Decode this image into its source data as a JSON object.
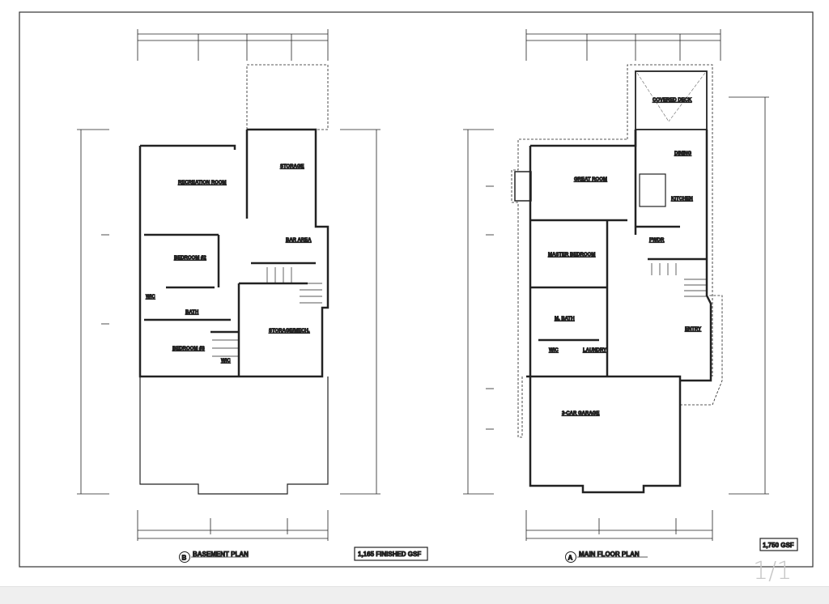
{
  "basement": {
    "title": "BASEMENT PLAN",
    "marker": "B",
    "area": "1,165 FINISHED GSF",
    "rooms": {
      "recreation": "RECREATION ROOM",
      "storage": "STORAGE",
      "bar": "BAR AREA",
      "bedroom2": "BEDROOM #2",
      "wic1": "WIC",
      "bath": "BATH",
      "mech": "STORAGE/MECH.",
      "bedroom3": "BEDROOM #3",
      "wic2": "WIC"
    }
  },
  "main": {
    "title": "MAIN FLOOR PLAN",
    "marker": "A",
    "area": "1,750 GSF",
    "rooms": {
      "deck": "COVERED DECK",
      "great": "GREAT ROOM",
      "dining": "DINING",
      "kitchen": "KITCHEN",
      "master": "MASTER BEDROOM",
      "pwdr": "PWDR",
      "mbath": "M. BATH",
      "entry": "ENTRY",
      "wic": "WIC",
      "laundry": "LAUNDRY",
      "garage": "3-CAR GARAGE"
    }
  },
  "viewer": {
    "page_indicator": "1/1"
  }
}
